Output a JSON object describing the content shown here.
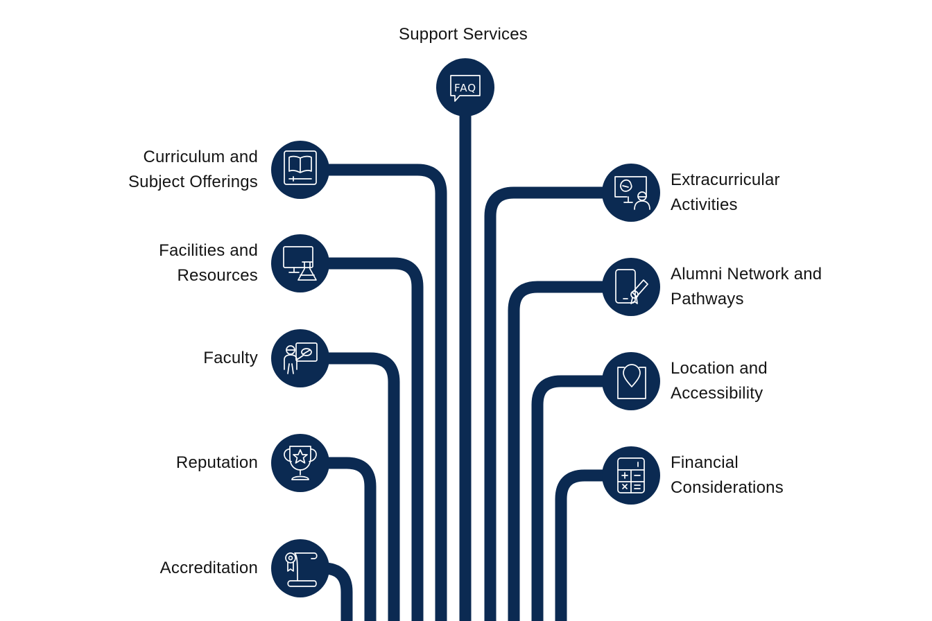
{
  "colors": {
    "stroke": "#0b2a52",
    "node_fill": "#0b2a52",
    "icon": "#ffffff",
    "text": "#141414"
  },
  "top": {
    "label": "Support Services",
    "icon": "faq-chat-icon"
  },
  "left_items": [
    {
      "lines": [
        "Curriculum and",
        "Subject Offerings"
      ],
      "icon": "book-screen-icon"
    },
    {
      "lines": [
        "Facilities and",
        "Resources"
      ],
      "icon": "monitor-flask-icon"
    },
    {
      "lines": [
        "Faculty"
      ],
      "icon": "teacher-board-icon"
    },
    {
      "lines": [
        "Reputation"
      ],
      "icon": "trophy-star-icon"
    },
    {
      "lines": [
        "Accreditation"
      ],
      "icon": "certificate-scroll-icon"
    }
  ],
  "right_items": [
    {
      "lines": [
        "Extracurricular",
        "Activities"
      ],
      "icon": "presentation-person-icon"
    },
    {
      "lines": [
        "Alumni Network and",
        "Pathways"
      ],
      "icon": "phone-diploma-icon"
    },
    {
      "lines": [
        "Location and",
        "Accessibility"
      ],
      "icon": "map-pin-icon"
    },
    {
      "lines": [
        "Financial",
        "Considerations"
      ],
      "icon": "calculator-icon"
    }
  ]
}
